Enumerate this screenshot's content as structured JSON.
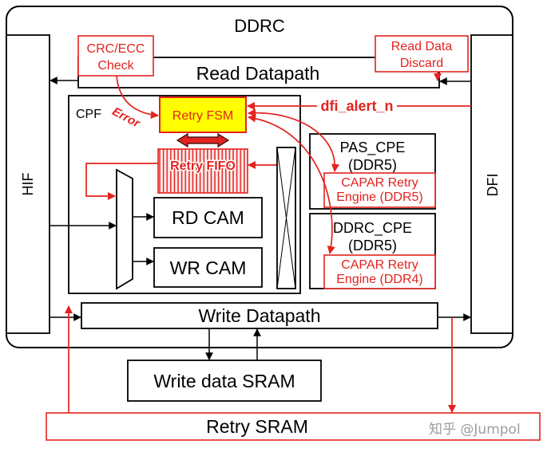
{
  "ddrc": {
    "title": "DDRC"
  },
  "hif": {
    "label": "HIF"
  },
  "dfi": {
    "label": "DFI"
  },
  "read_datapath": {
    "label": "Read Datapath"
  },
  "crc_ecc_check": {
    "lines": [
      "CRC/ECC",
      "Check"
    ]
  },
  "read_data_discard": {
    "lines": [
      "Read Data",
      "Discard"
    ]
  },
  "cpf": {
    "label": "CPF"
  },
  "error_signal": {
    "label": "Error"
  },
  "retry_fsm": {
    "label": "Retry FSM"
  },
  "dfi_alert": {
    "label": "dfi_alert_n"
  },
  "retry_fifo": {
    "label": "Retry FIFO"
  },
  "rd_cam": {
    "label": "RD CAM"
  },
  "wr_cam": {
    "label": "WR CAM"
  },
  "pas_cpe": {
    "lines": [
      "PAS_CPE",
      "(DDR5)"
    ],
    "engine_lines": [
      "CAPAR Retry",
      "Engine (DDR5)"
    ]
  },
  "ddrc_cpe": {
    "lines": [
      "DDRC_CPE",
      "(DDR5)"
    ],
    "engine_lines": [
      "CAPAR Retry",
      "Engine (DDR4)"
    ]
  },
  "write_datapath": {
    "label": "Write Datapath"
  },
  "write_data_sram": {
    "label": "Write data SRAM"
  },
  "retry_sram": {
    "label": "Retry SRAM"
  },
  "watermark": {
    "text": "知乎 @Jumpol"
  },
  "colors": {
    "retry_red": "#e3231f",
    "fsm_fill": "#ffff00",
    "outline": "#000000",
    "watermark": "#9c9c9c"
  }
}
